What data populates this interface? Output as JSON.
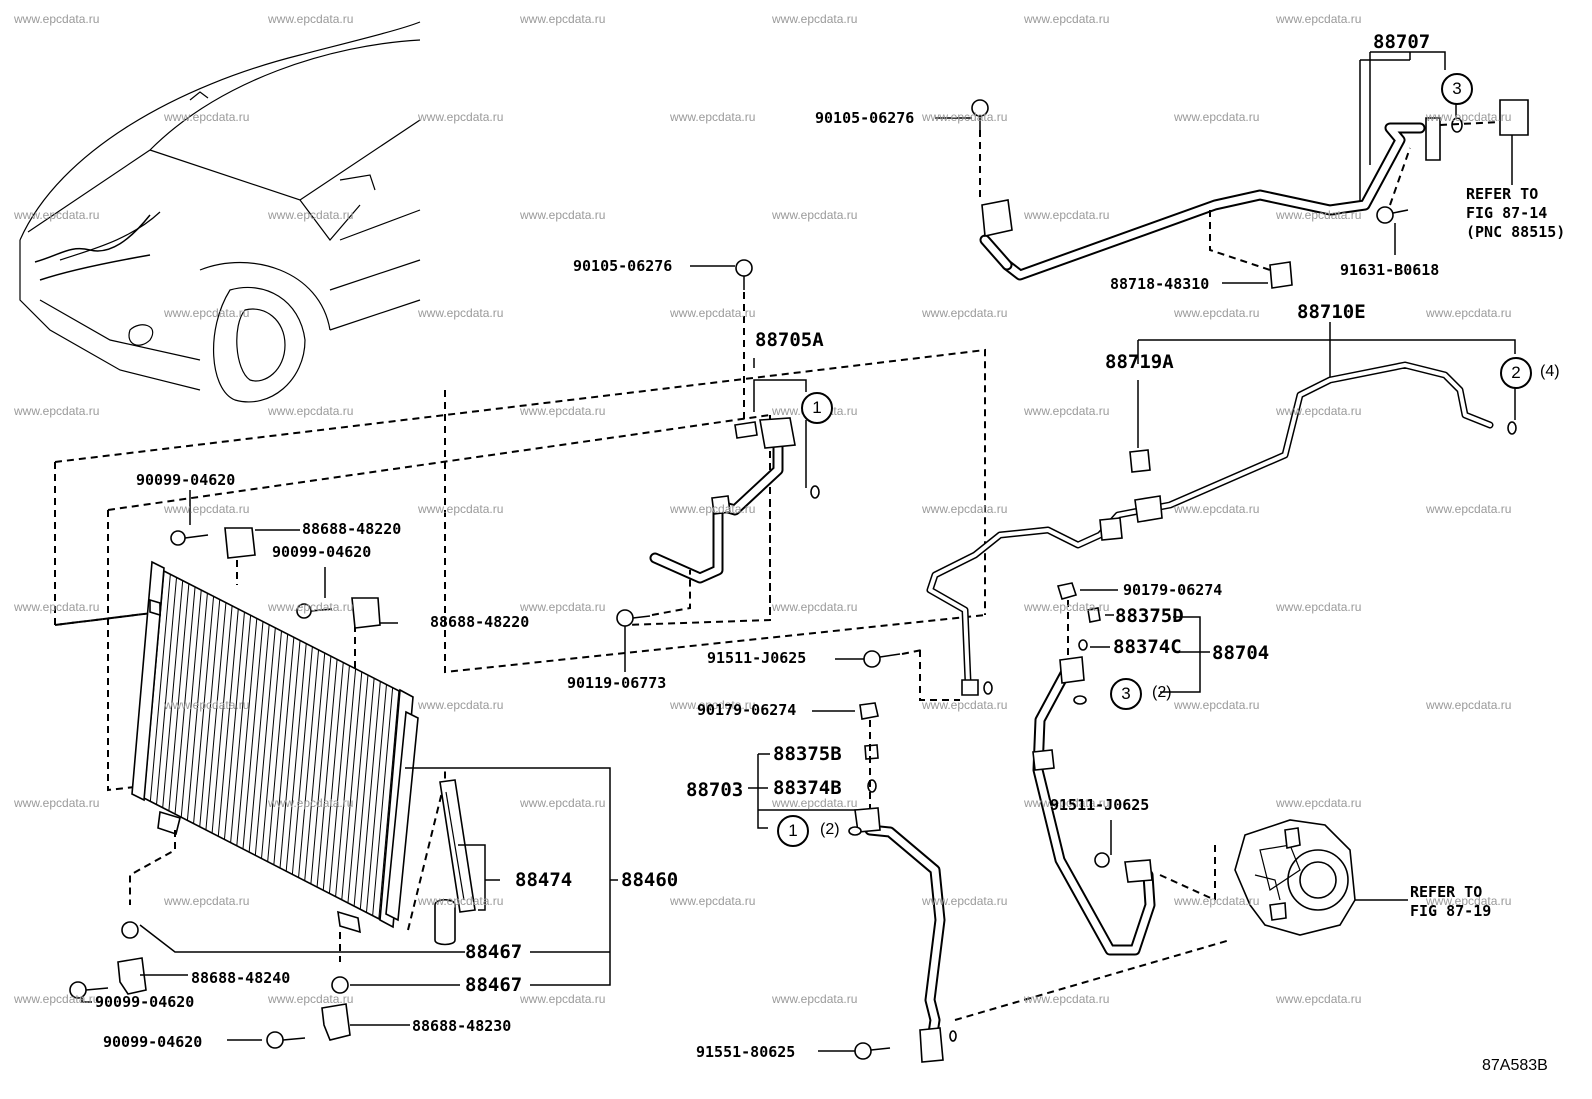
{
  "watermark": "www.epcdata.ru",
  "diagram_code": "87A583B",
  "part_numbers": {
    "p88707": "88707",
    "p90105_a": "90105-06276",
    "p90105_b": "90105-06276",
    "p88718": "88718-48310",
    "p91631": "91631-B0618",
    "p88710E": "88710E",
    "p88719A": "88719A",
    "p88705A": "88705A",
    "p90099_a": "90099-04620",
    "p88688_a": "88688-48220",
    "p90099_b": "90099-04620",
    "p88688_b": "88688-48220",
    "p90119": "90119-06773",
    "p91511_a": "91511-J0625",
    "p90179_a": "90179-06274",
    "p88375D": "88375D",
    "p88374C": "88374C",
    "p88704": "88704",
    "p90179_b": "90179-06274",
    "p88375B": "88375B",
    "p88703": "88703",
    "p88374B": "88374B",
    "p91511_b": "91511-J0625",
    "p88474": "88474",
    "p88460": "88460",
    "p88467_a": "88467",
    "p88467_b": "88467",
    "p88688_c": "88688-48240",
    "p90099_c": "90099-04620",
    "p88688_d": "88688-48230",
    "p90099_d": "90099-04620",
    "p91551": "91551-80625"
  },
  "references": {
    "ref1": [
      "REFER TO",
      "FIG 87-14",
      "(PNC 88515)"
    ],
    "ref2": [
      "REFER TO",
      "FIG 87-19"
    ]
  },
  "callouts": {
    "c3_top": "3",
    "c2_right": "2",
    "c2_right_qty": "(4)",
    "c1_mid": "1",
    "c3_mid": "3",
    "c3_mid_qty": "(2)",
    "c1_low": "1",
    "c1_low_qty": "(2)"
  }
}
